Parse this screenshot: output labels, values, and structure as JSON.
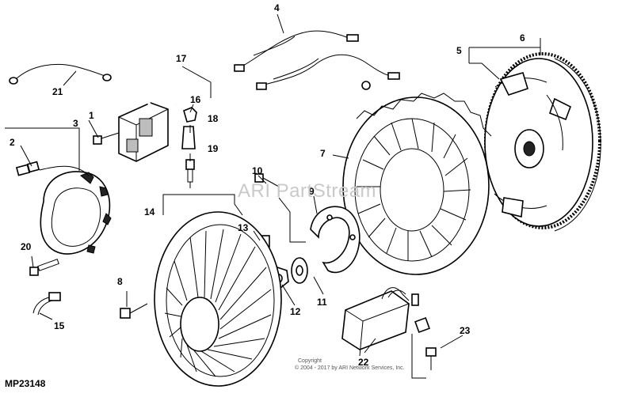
{
  "diagram": {
    "figure_code": "MP23148",
    "watermark": "ARI PartStream",
    "copyright_line1": "Copyright",
    "copyright_line2": "© 2004 - 2017 by ARI Network Services, Inc.",
    "callouts": [
      "1",
      "2",
      "3",
      "4",
      "5",
      "6",
      "7",
      "8",
      "9",
      "10",
      "11",
      "12",
      "13",
      "14",
      "15",
      "16",
      "17",
      "18",
      "19",
      "20",
      "21",
      "22",
      "23"
    ]
  }
}
